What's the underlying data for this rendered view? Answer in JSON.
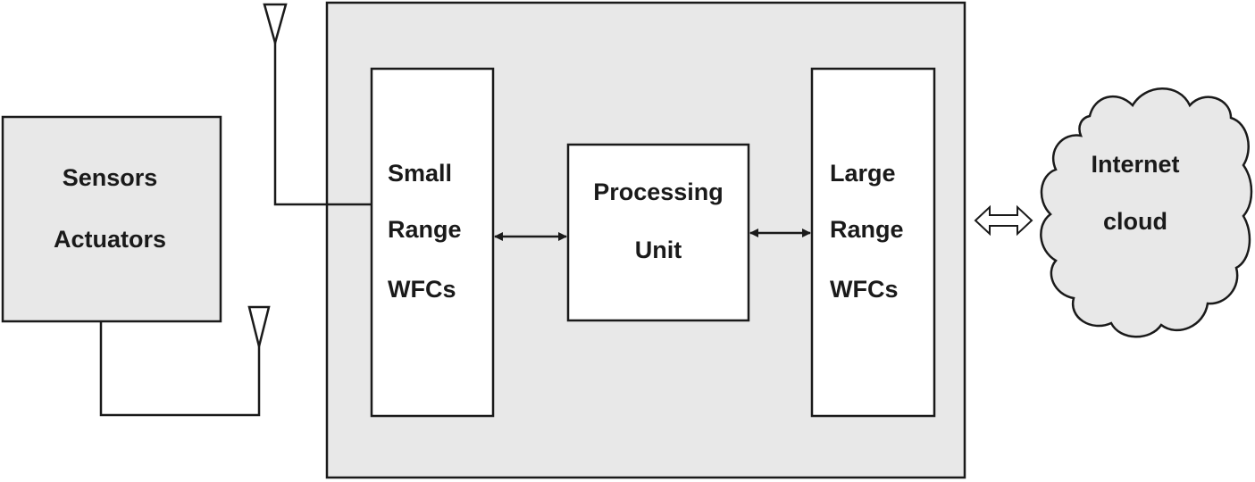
{
  "colors": {
    "stroke": "#1a1a1a",
    "box_fill": "#e8e8e8",
    "block_fill": "#ffffff",
    "cloud_fill": "#e8e8e8"
  },
  "blocks": {
    "sensors": {
      "line1": "Sensors",
      "line2": "Actuators"
    },
    "small_range": {
      "line1": "Small",
      "line2": "Range",
      "line3": "WFCs"
    },
    "processing": {
      "line1": "Processing",
      "line2": "Unit"
    },
    "large_range": {
      "line1": "Large",
      "line2": "Range",
      "line3": "WFCs"
    },
    "cloud": {
      "line1": "Internet",
      "line2": "cloud"
    }
  }
}
